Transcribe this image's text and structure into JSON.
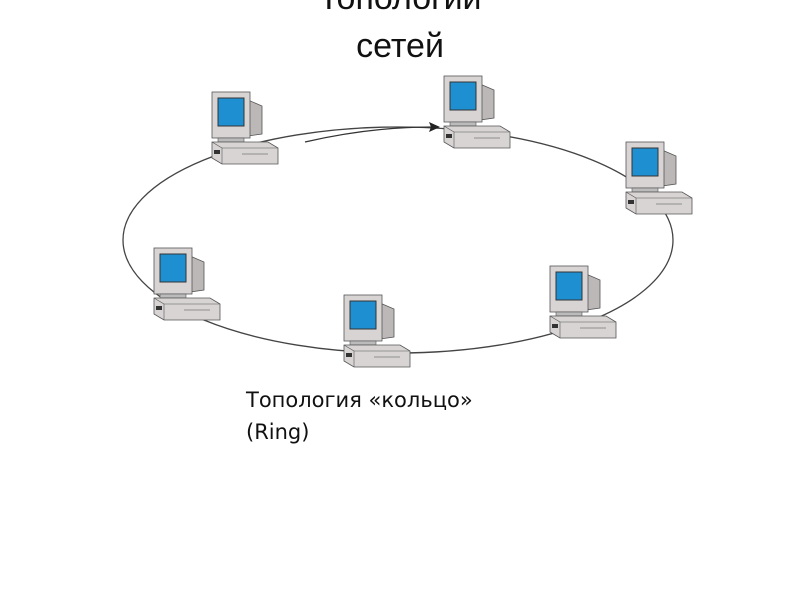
{
  "title": {
    "line1": "Топологии",
    "line2": "сетей"
  },
  "caption": {
    "line1": "Топология «кольцо»",
    "line2": "(Ring)"
  },
  "colors": {
    "screen": "#1e8fd0",
    "case": "#d8d4d4",
    "line": "#333333"
  },
  "nodes": [
    {
      "name": "computer-1"
    },
    {
      "name": "computer-2"
    },
    {
      "name": "computer-3"
    },
    {
      "name": "computer-4"
    },
    {
      "name": "computer-5"
    },
    {
      "name": "computer-6"
    }
  ]
}
